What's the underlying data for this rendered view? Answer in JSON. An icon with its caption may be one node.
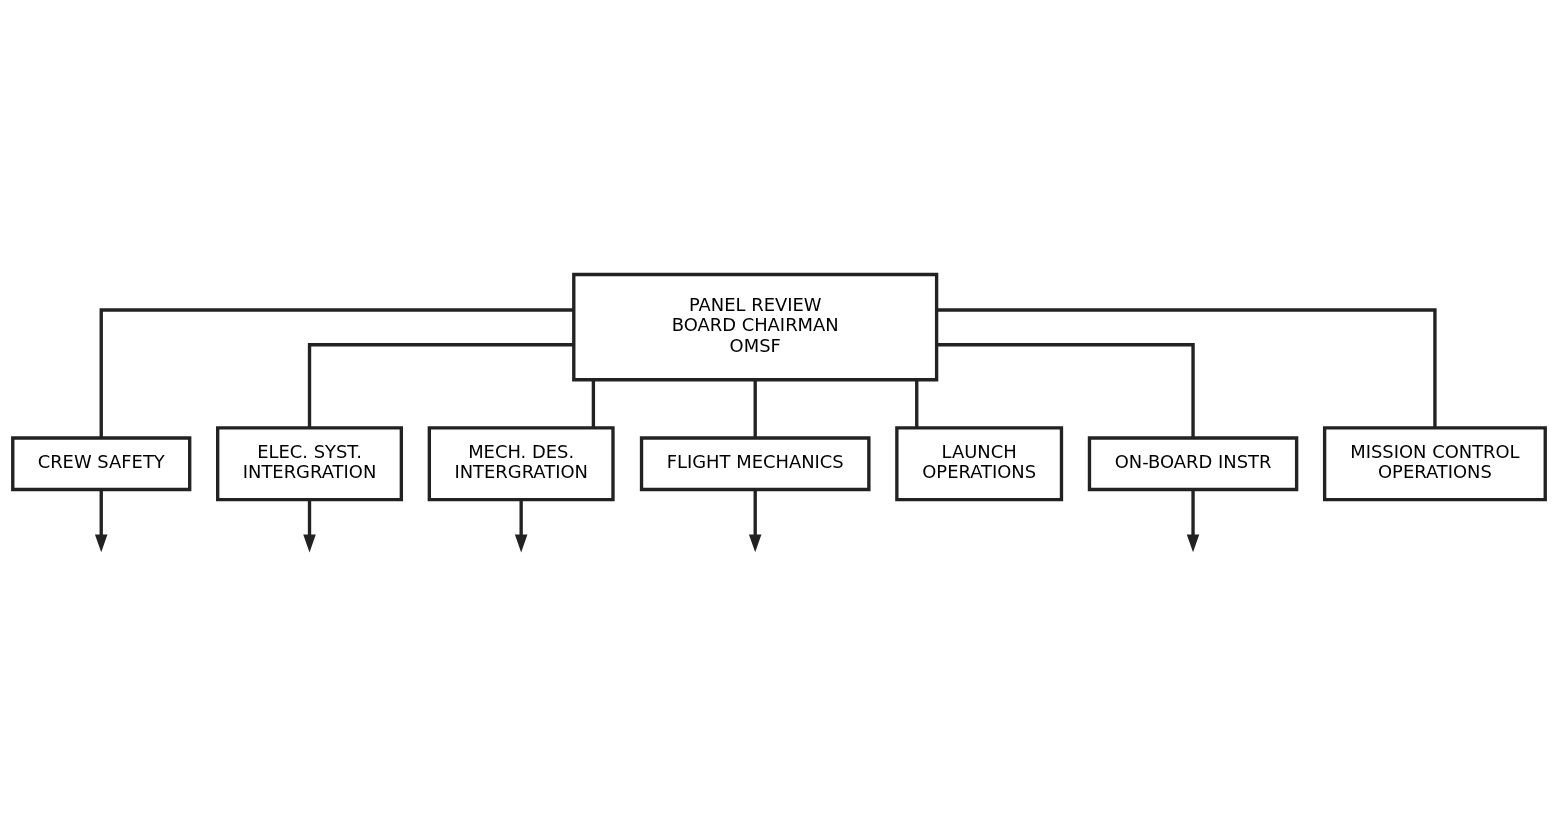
{
  "diagram": {
    "nodes": [
      {
        "text": [
          "PANEL REVIEW BOARD CHAIRMAN OMSF"
        ]
      },
      {
        "text": [
          "CREW SAFETY"
        ]
      },
      {
        "text": [
          "ELEC. SYST. INTERGRATION"
        ]
      },
      {
        "text": [
          "MECH. DES. INTERGRATION"
        ]
      },
      {
        "text": [
          "FLIGHT MECHANICS"
        ]
      },
      {
        "text": [
          "LAUNCH OPERATIONS"
        ]
      },
      {
        "text": [
          "ON-BOARD INSTR"
        ]
      },
      {
        "text": [
          "MISSION CONTROL OPERATIONS"
        ]
      }
    ],
    "edges": [
      {
        "from": 0,
        "to": 1,
        "arrow": "none"
      },
      {
        "from": 0,
        "to": 5,
        "arrow": "none"
      },
      {
        "from": 0,
        "to": 2,
        "arrow": "none"
      },
      {
        "from": 0,
        "to": 6,
        "arrow": "none"
      },
      {
        "from": 0,
        "to": 3,
        "arrow": "none"
      },
      {
        "from": 0,
        "to": 7,
        "arrow": "none"
      },
      {
        "from": 0,
        "to": 4,
        "arrow": "none"
      },
      {
        "from": 1,
        "to": null,
        "arrow": "to"
      },
      {
        "from": 2,
        "to": null,
        "arrow": "to"
      },
      {
        "from": 6,
        "to": null,
        "arrow": "to"
      },
      {
        "from": 3,
        "to": null,
        "arrow": "to"
      },
      {
        "from": 4,
        "to": null,
        "arrow": "to"
      }
    ]
  }
}
